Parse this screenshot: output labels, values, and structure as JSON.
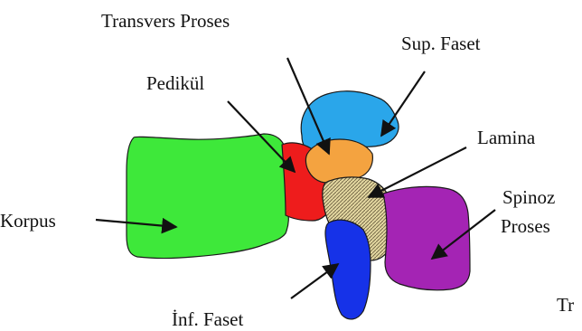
{
  "labels": {
    "transverse_process": "Transvers Proses",
    "superior_facet": "Sup. Faset",
    "pedicle": "Pedikül",
    "lamina": "Lamina",
    "body": "Korpus",
    "spinous_process_line1": "Spinoz",
    "spinous_process_line2": "Proses",
    "inferior_facet": "İnf. Faset",
    "cut_off_text": "Tr"
  },
  "colors": {
    "body": "#3ee83a",
    "pedicle": "#ee1c1c",
    "superior_facet": "#2aa6ea",
    "transverse_process": "#f4a340",
    "lamina": "#e2d6a0",
    "spinous_process": "#a424b4",
    "inferior_facet": "#1632e8",
    "outline": "#1a1a1a"
  }
}
